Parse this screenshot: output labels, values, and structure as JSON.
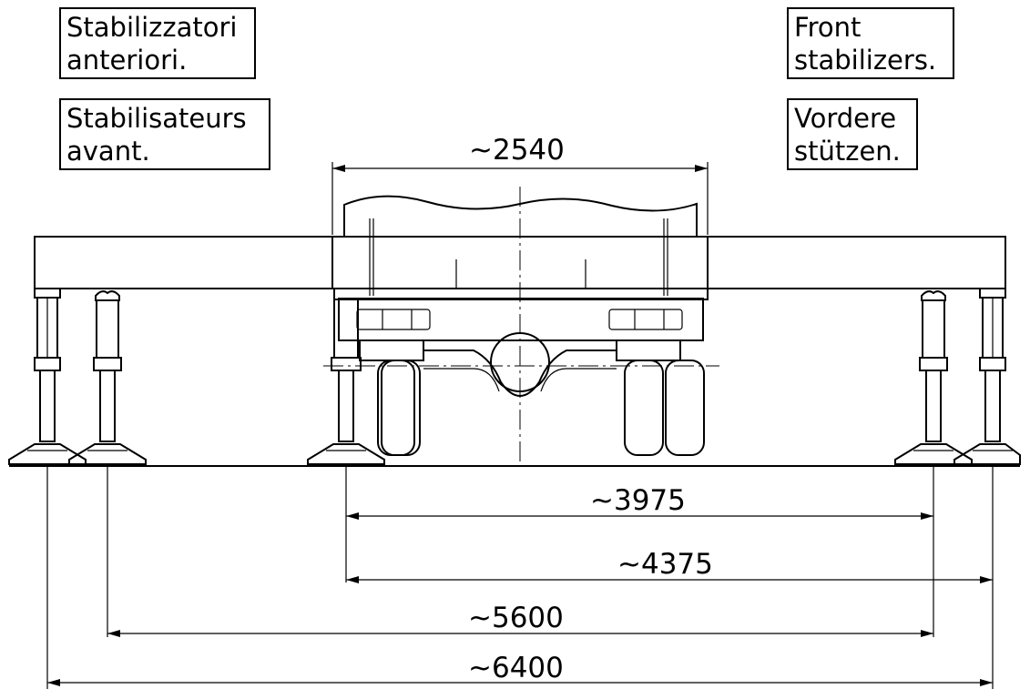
{
  "labels": {
    "it_line1": "Stabilizzatori",
    "it_line2": "anteriori.",
    "fr_line1": "Stabilisateurs",
    "fr_line2": "avant.",
    "en_line1": "Front",
    "en_line2": "stabilizers.",
    "de_line1": "Vordere",
    "de_line2": "stützen."
  },
  "dimensions": {
    "width_body": "~2540",
    "span_3975": "~3975",
    "span_4375": "~4375",
    "span_5600": "~5600",
    "span_6400": "~6400"
  }
}
